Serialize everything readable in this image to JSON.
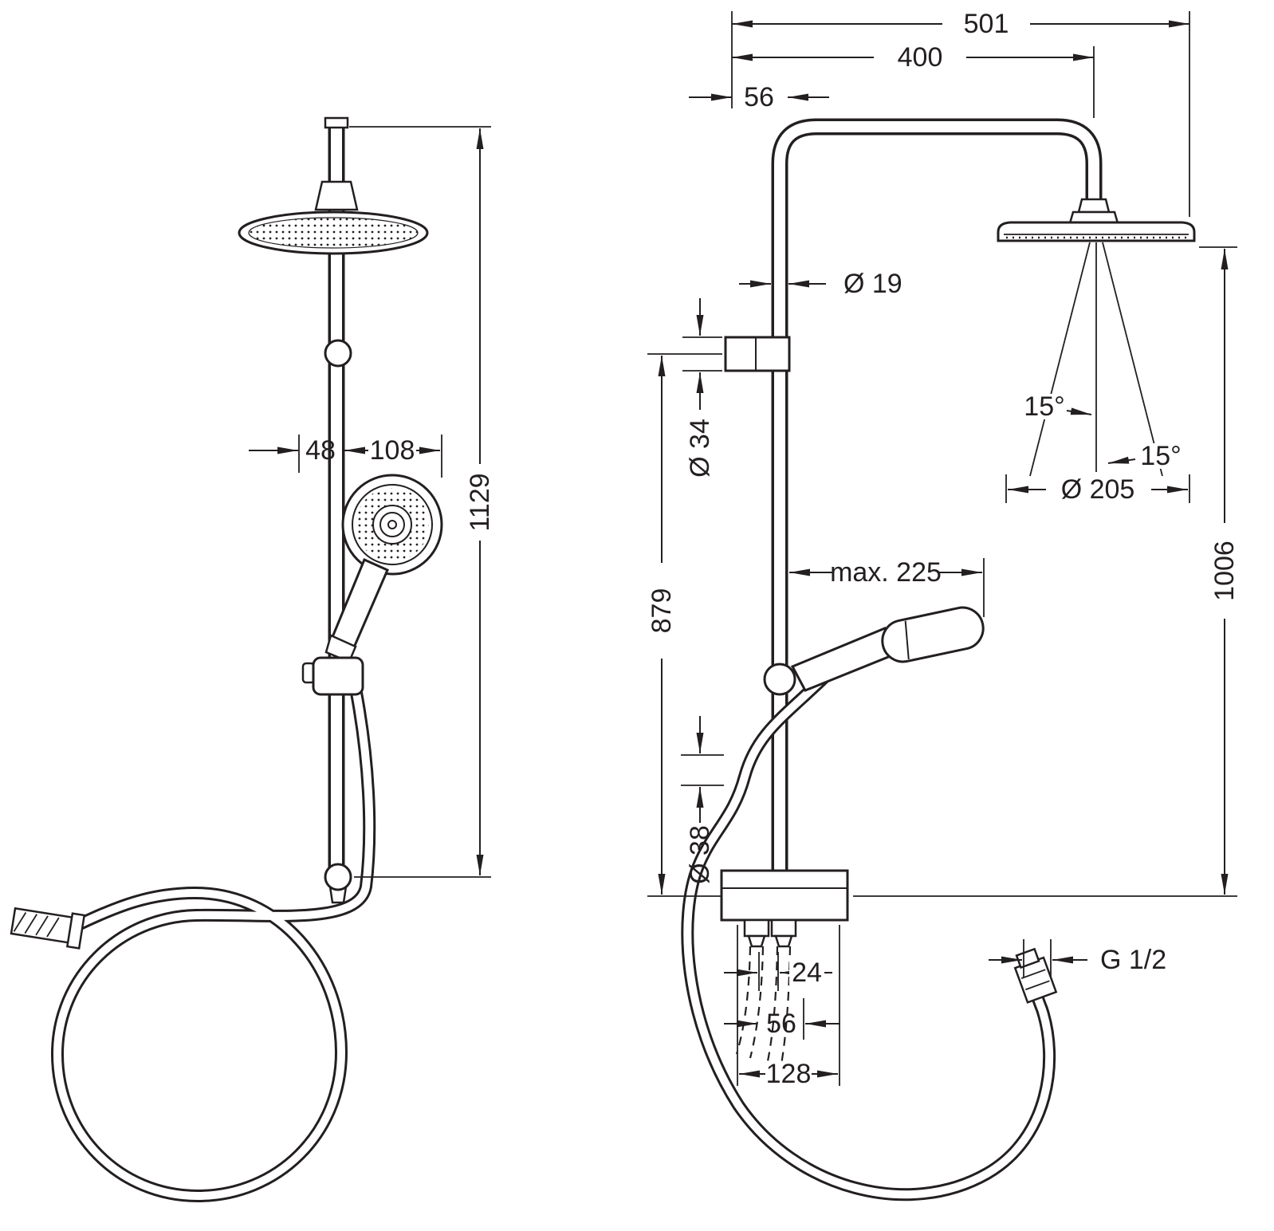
{
  "page": {
    "background": "#ffffff",
    "line_color": "#231f20"
  },
  "front_view": {
    "dims": {
      "offset_48": "48",
      "hand_shower_diameter_108": "108",
      "height_1129": "1129"
    }
  },
  "side_view": {
    "dims": {
      "width_501": "501",
      "reach_400": "400",
      "wall_offset_56": "56",
      "pipe_d19": "Ø 19",
      "bracket_d34": "Ø 34",
      "height_879": "879",
      "max_225": "max. 225",
      "hose_d38": "Ø 38",
      "angle_left_15": "15°",
      "angle_right_15": "15°",
      "spray_d205": "Ø 205",
      "height_1006": "1006",
      "spacing_24": "24",
      "spacing_56": "56",
      "width_128": "128",
      "thread_g12": "G 1/2"
    }
  }
}
